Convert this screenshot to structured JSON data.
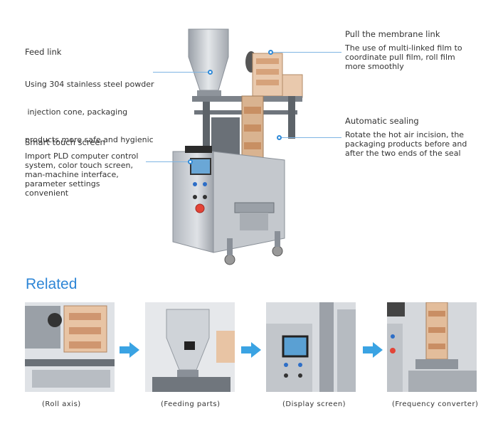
{
  "callouts": {
    "feed": {
      "title": "Feed link",
      "body": [
        "Using 304 stainless steel powder",
        " injection cone, packaging",
        "products more safe and hygienic"
      ]
    },
    "touch": {
      "title": "Smart touch screen",
      "body": [
        "Import PLD computer control",
        "system, color touch screen,",
        "man-machine interface,",
        "parameter settings",
        "convenient"
      ]
    },
    "membrane": {
      "title": "Pull the membrane link",
      "body": [
        "The use of multi-linked film to",
        "coordinate pull film, roll film",
        "more smoothly"
      ]
    },
    "sealing": {
      "title": "Automatic sealing",
      "body": [
        "Rotate the hot air incision, the",
        "packaging products before and",
        "after the two ends of the seal"
      ]
    }
  },
  "related": {
    "heading": "Related",
    "items": [
      {
        "caption": "(Roll axis)"
      },
      {
        "caption": "(Feeding parts)"
      },
      {
        "caption": "(Display screen)"
      },
      {
        "caption": "(Frequency converter)"
      }
    ]
  },
  "colors": {
    "accent": "#2e86d6",
    "arrow": "#3aa3e3",
    "steel": "#b9bec5"
  }
}
